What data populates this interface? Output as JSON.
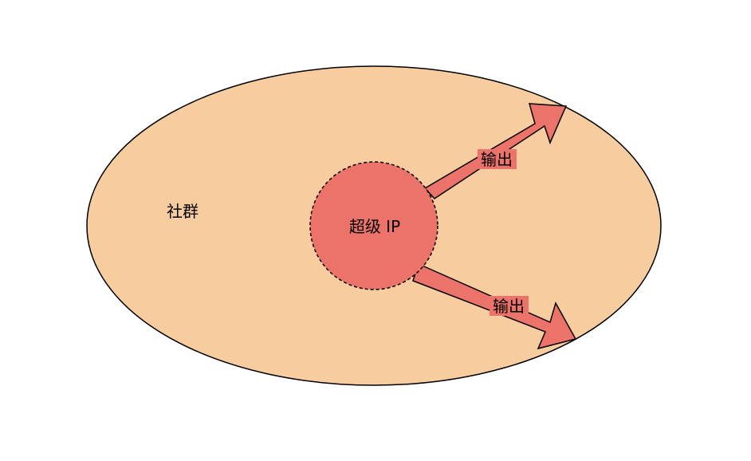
{
  "diagram": {
    "community_label": "社群",
    "super_ip_label": "超级 IP",
    "arrow_top_label": "输出",
    "arrow_bottom_label": "输出"
  },
  "colors": {
    "community_fill": "#f7cda0",
    "super_ip_fill": "#ec736a",
    "arrow_fill": "#ec736a",
    "stroke": "#000000"
  }
}
